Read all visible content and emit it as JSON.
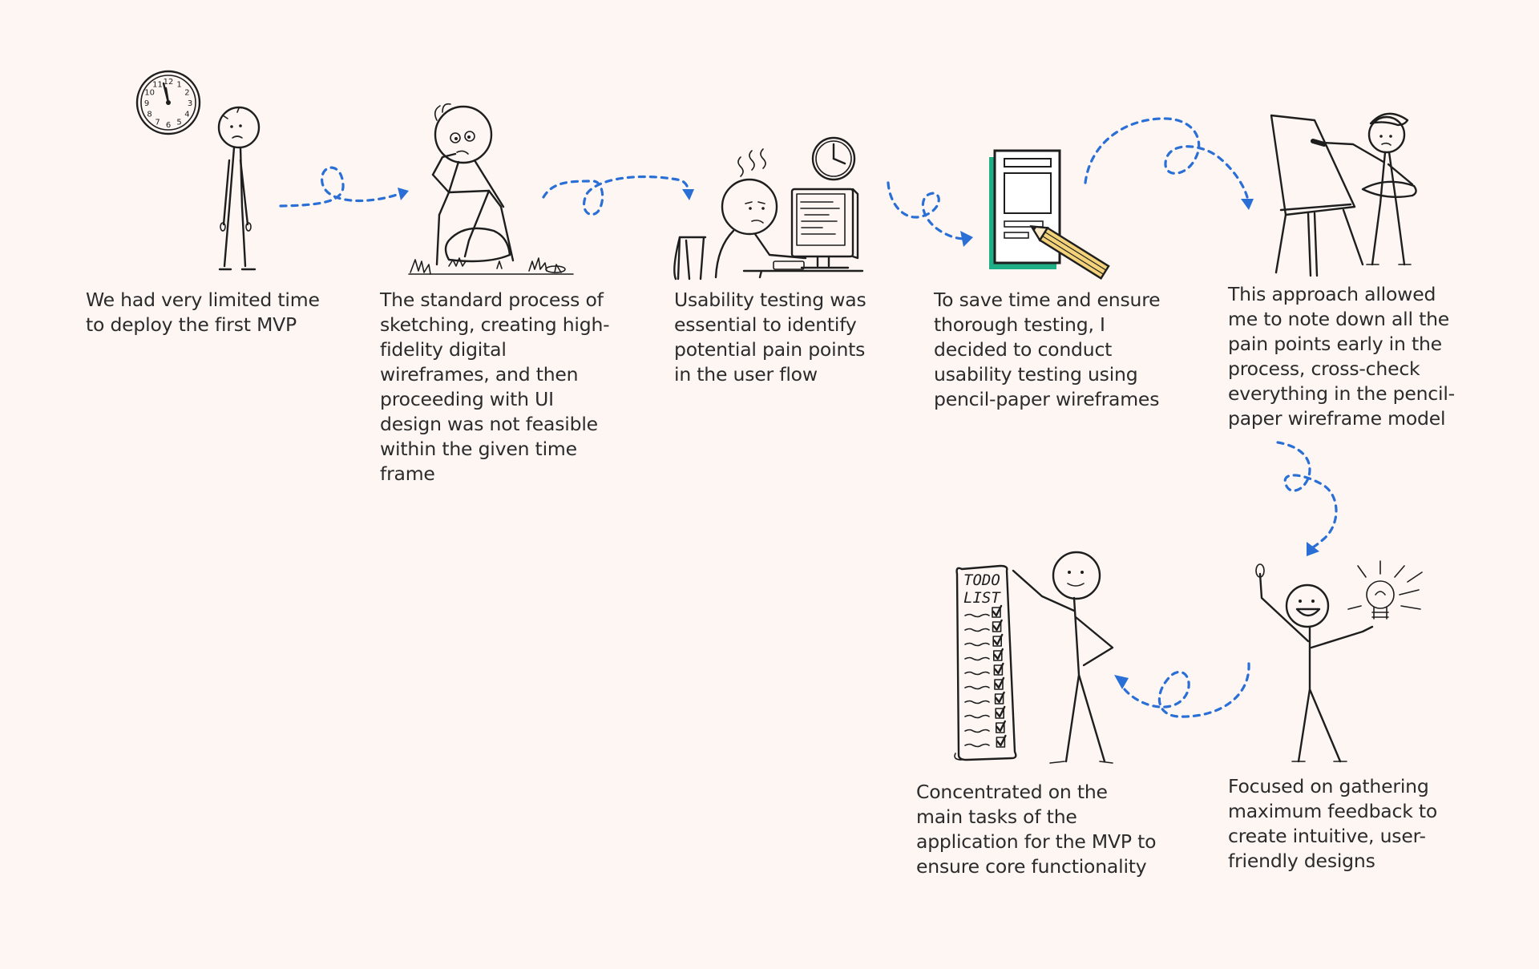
{
  "steps": [
    {
      "caption": "We had very limited time to deploy the first MVP",
      "illustration": "stick-figure-with-clock"
    },
    {
      "caption": "The standard process of sketching, creating high-fidelity digital wireframes, and then proceeding with UI design was not feasible within the given time frame",
      "illustration": "thinking-stick-figure-on-rock"
    },
    {
      "caption": "Usability testing was essential to identify potential pain points in the user flow",
      "illustration": "stressed-figure-at-computer"
    },
    {
      "caption": "To save time and ensure thorough testing, I decided to conduct usability testing using pencil-paper wireframes",
      "illustration": "paper-wireframe-and-pencil"
    },
    {
      "caption": "This approach allowed me to note down all the pain points early in the process, cross-check everything in the pencil-paper wireframe model",
      "illustration": "painter-at-easel"
    },
    {
      "caption": "Focused on gathering maximum feedback to create intuitive, user-friendly designs",
      "illustration": "happy-figure-with-lightbulb"
    },
    {
      "caption": "Concentrated on the main tasks of the application for the MVP to ensure core functionality",
      "illustration": "figure-holding-todo-list"
    }
  ],
  "todo_list": {
    "line1": "TODO",
    "line2": "LIST"
  },
  "clock_numbers": [
    "12",
    "1",
    "2",
    "3",
    "4",
    "5",
    "6",
    "7",
    "8",
    "9",
    "10",
    "11"
  ],
  "colors": {
    "background": "#fdf6f3",
    "arrow": "#2a6fd6",
    "ink": "#1e1e1e",
    "wireframe_accent": "#1fae85",
    "pencil": "#f3d27a"
  }
}
